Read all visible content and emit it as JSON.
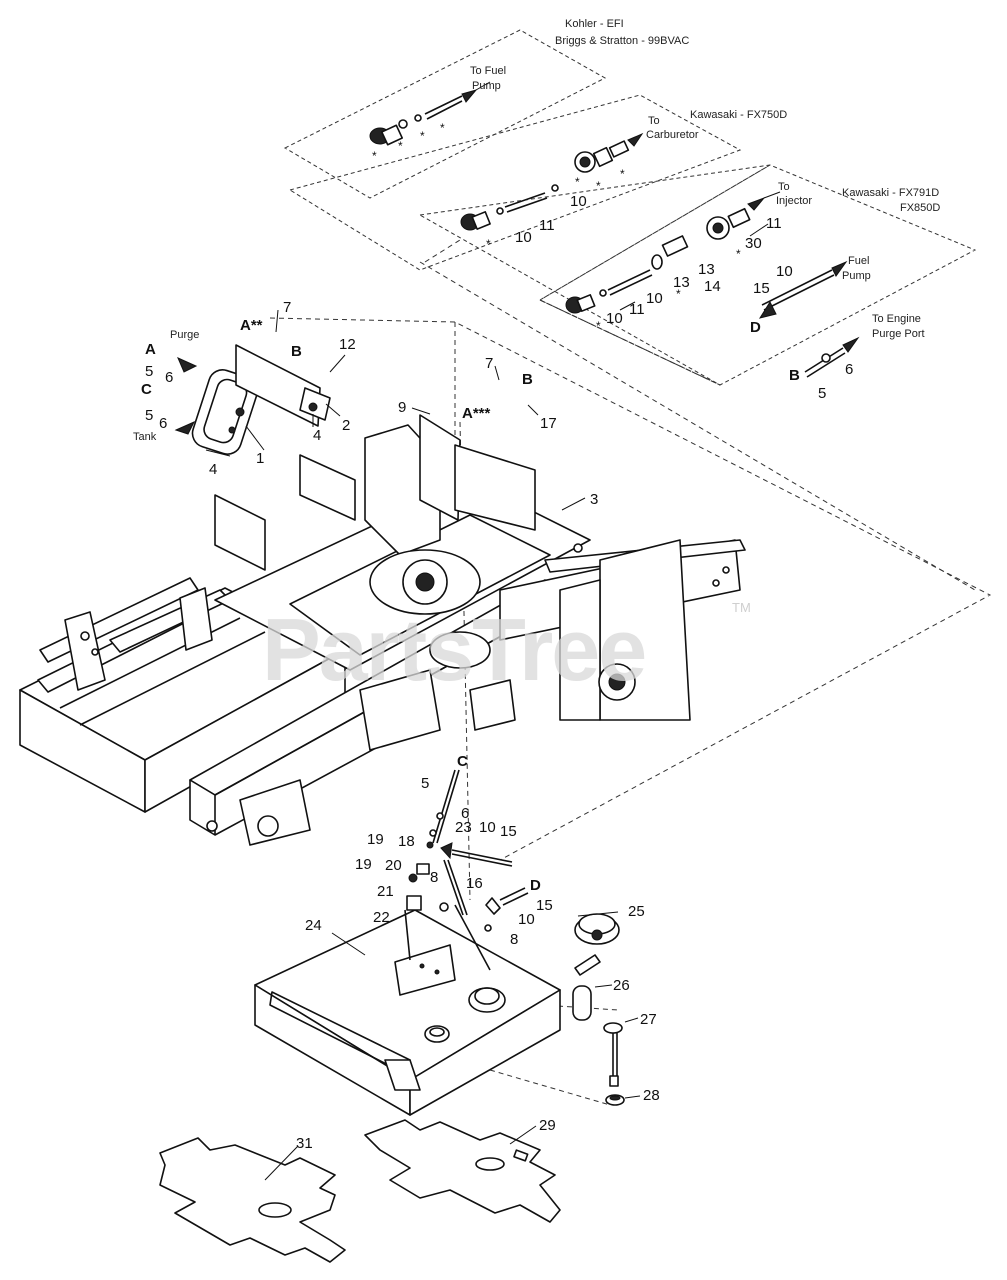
{
  "engine_panels": {
    "kohler": [
      "Kohler - EFI",
      "Briggs & Stratton - 99BVAC"
    ],
    "kawasaki_a": "Kawasaki - FX750D",
    "kawasaki_b": [
      "Kawasaki - FX791D",
      "FX850D"
    ]
  },
  "callouts": {
    "to_fuel_pump": [
      "To Fuel",
      "Pump"
    ],
    "to_carburetor": [
      "To",
      "Carburetor"
    ],
    "to_injector": [
      "To",
      "Injector"
    ],
    "fuel_pump": [
      "Fuel",
      "Pump"
    ],
    "to_engine_purge_port": [
      "To Engine",
      "Purge Port"
    ],
    "purge": "Purge",
    "tank": "Tank"
  },
  "letters": {
    "a": "A",
    "b": "B",
    "c": "C",
    "d": "D",
    "a2": "A**",
    "a3": "A***"
  },
  "part_numbers": [
    "1",
    "2",
    "3",
    "4",
    "5",
    "6",
    "7",
    "8",
    "9",
    "10",
    "11",
    "12",
    "13",
    "14",
    "15",
    "16",
    "17",
    "18",
    "19",
    "20",
    "21",
    "22",
    "23",
    "24",
    "25",
    "26",
    "27",
    "28",
    "29",
    "30",
    "31"
  ],
  "watermark": {
    "text": "PartsTree",
    "tm": "TM"
  }
}
